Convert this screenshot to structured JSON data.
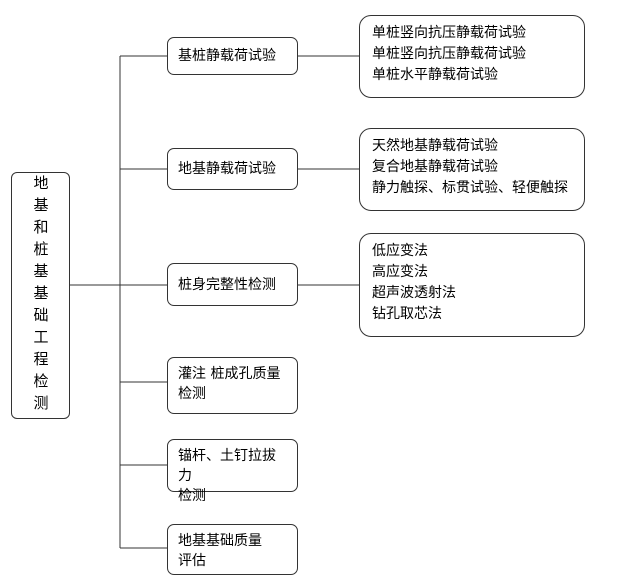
{
  "root": {
    "label": "地基和桩基基础工程检测"
  },
  "branches": [
    {
      "label": "基桩静载荷试验",
      "details": [
        "单桩竖向抗压静载荷试验",
        "单桩竖向抗压静载荷试验",
        "单桩水平静载荷试验"
      ]
    },
    {
      "label": "地基静载荷试验",
      "details": [
        "天然地基静载荷试验",
        "复合地基静载荷试验",
        "静力触探、标贯试验、轻便触探"
      ]
    },
    {
      "label": "桩身完整性检测",
      "details": [
        "低应变法",
        "高应变法",
        "超声波透射法",
        "钻孔取芯法"
      ]
    },
    {
      "label_lines": [
        "灌注 桩成孔质量",
        "检测"
      ]
    },
    {
      "label_lines": [
        "锚杆、土钉拉拔力",
        "检测"
      ]
    },
    {
      "label_lines": [
        "地基基础质量",
        "评估"
      ]
    }
  ]
}
